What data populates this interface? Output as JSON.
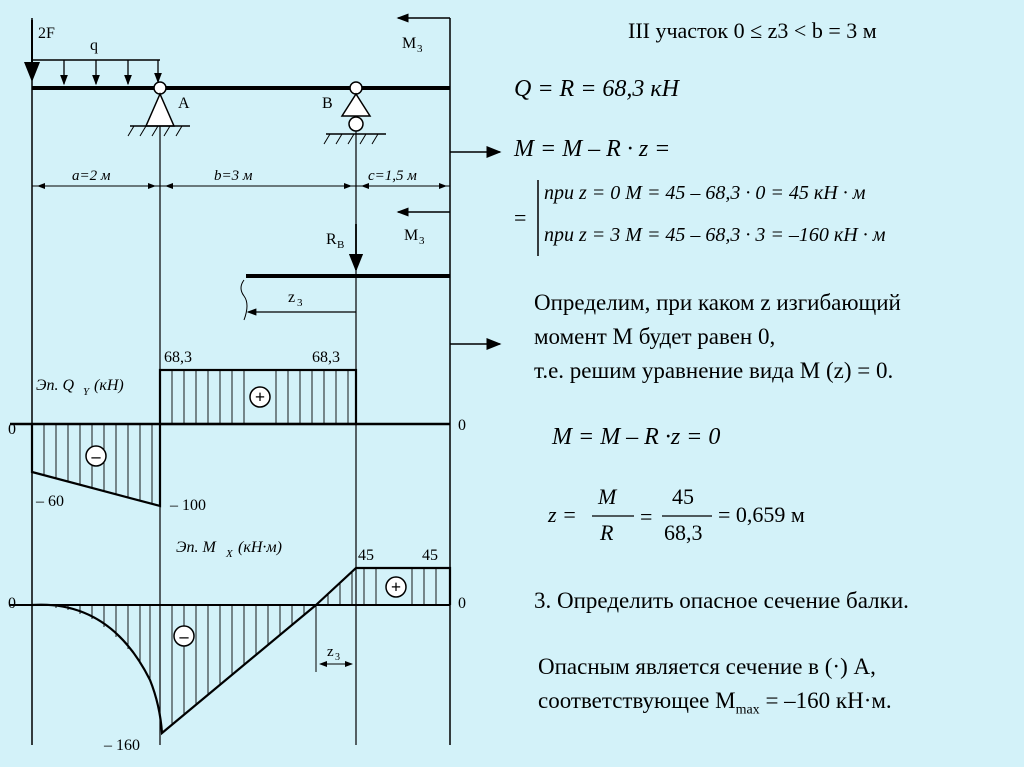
{
  "beam": {
    "force_label": "2F",
    "load_label": "q",
    "support_a": "A",
    "support_b": "B",
    "moment_label": "M",
    "moment_sub": "3",
    "dims": [
      "a=2 м",
      "b=3 м",
      "c=1,5 м"
    ],
    "reaction": "R",
    "reaction_sub": "B",
    "z3": "z",
    "z3_sub": "3"
  },
  "qy_plot": {
    "title": "Эп. Q",
    "title_sub": "Y",
    "title_unit": "(кН)",
    "labels": [
      "0",
      "68,3",
      "68,3",
      "0",
      "– 60",
      "– 100"
    ],
    "signs": [
      "+",
      "–"
    ]
  },
  "mx_plot": {
    "title": "Эп. M",
    "title_sub": "X",
    "title_unit": "(кН·м)",
    "labels": [
      "0",
      "45",
      "45",
      "0",
      "– 160"
    ],
    "signs": [
      "+",
      "–"
    ]
  },
  "right": {
    "section_title": "III участок 0 ≤ z3 < b = 3 м",
    "eq_q": "Q = R = 68,3 кН",
    "eq_m": "M = M – R · z =",
    "case1": "при z = 0   M = 45 – 68,3 · 0 = 45 кН · м",
    "case2": "при z = 3   M = 45 – 68,3 · 3 = –160 кН · м",
    "para1_line1": "Определим, при каком z",
    "para1_line1b": " изгибающий",
    "para1_line2": "момент M",
    "para1_line2b": " будет равен 0,",
    "para1_line3": "т.е. решим уравнение вида M",
    "para1_line3b": " (z",
    "para1_line3c": ") = 0.",
    "eq_zero": "M = M – R ·z = 0",
    "z_eq_lhs": "z =",
    "frac1_num": "M",
    "frac1_den": "R",
    "frac2_num": "45",
    "frac2_den": "68,3",
    "z_result": "= 0,659 м",
    "step3": "3. Определить опасное сечение балки.",
    "danger_line1": "Опасным является сечение в (·) А,",
    "danger_line2": "соответствующее M",
    "danger_sub": "max",
    "danger_line2b": " = –160 кН·м."
  }
}
